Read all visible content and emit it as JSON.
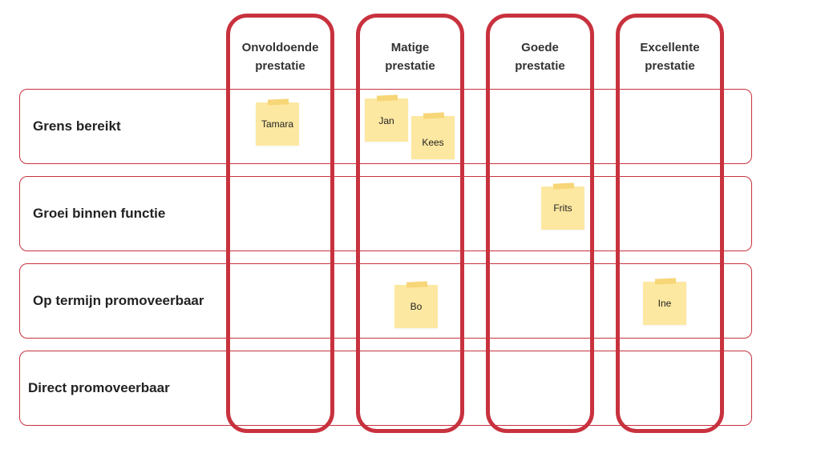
{
  "colors": {
    "accent": "#c8323e",
    "note": "#fde8a1",
    "tape": "#f7d678"
  },
  "columns": [
    {
      "line1": "Onvoldoende",
      "line2": "prestatie"
    },
    {
      "line1": "Matige",
      "line2": "prestatie"
    },
    {
      "line1": "Goede",
      "line2": "prestatie"
    },
    {
      "line1": "Excellente",
      "line2": "prestatie"
    }
  ],
  "rows": [
    {
      "label": "Grens bereikt"
    },
    {
      "label": "Groei binnen functie"
    },
    {
      "label": "Op termijn promoveerbaar"
    },
    {
      "label": "Direct promoveerbaar"
    }
  ],
  "notes": [
    {
      "name": "Tamara",
      "column": "Onvoldoende prestatie",
      "row": "Grens bereikt"
    },
    {
      "name": "Jan",
      "column": "Matige prestatie",
      "row": "Grens bereikt"
    },
    {
      "name": "Kees",
      "column": "Matige prestatie",
      "row": "Grens bereikt"
    },
    {
      "name": "Frits",
      "column": "Goede prestatie",
      "row": "Groei binnen functie"
    },
    {
      "name": "Bo",
      "column": "Matige prestatie",
      "row": "Op termijn promoveerbaar"
    },
    {
      "name": "Ine",
      "column": "Excellente prestatie",
      "row": "Op termijn promoveerbaar"
    }
  ]
}
